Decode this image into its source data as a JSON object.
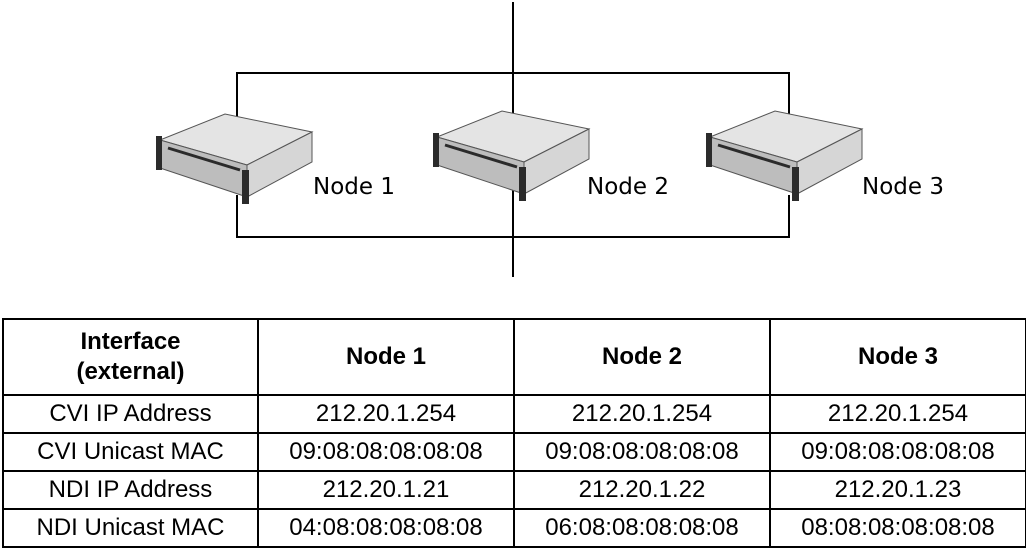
{
  "diagram": {
    "nodes": [
      {
        "label": "Node 1"
      },
      {
        "label": "Node 2"
      },
      {
        "label": "Node 3"
      }
    ],
    "icon": "rack-server-icon",
    "colors": {
      "server_top": "#e4e4e4",
      "server_front": "#bdbdbd",
      "server_side": "#d6d6d6",
      "rail": "#2b2b2b",
      "line": "#000000"
    }
  },
  "table": {
    "headers": [
      "Interface\n(external)",
      "Node 1",
      "Node 2",
      "Node 3"
    ],
    "rows": [
      [
        "CVI IP Address",
        "212.20.1.254",
        "212.20.1.254",
        "212.20.1.254"
      ],
      [
        "CVI Unicast MAC",
        "09:08:08:08:08:08",
        "09:08:08:08:08:08",
        "09:08:08:08:08:08"
      ],
      [
        "NDI IP Address",
        "212.20.1.21",
        "212.20.1.22",
        "212.20.1.23"
      ],
      [
        "NDI Unicast MAC",
        "04:08:08:08:08:08",
        "06:08:08:08:08:08",
        "08:08:08:08:08:08"
      ]
    ]
  }
}
